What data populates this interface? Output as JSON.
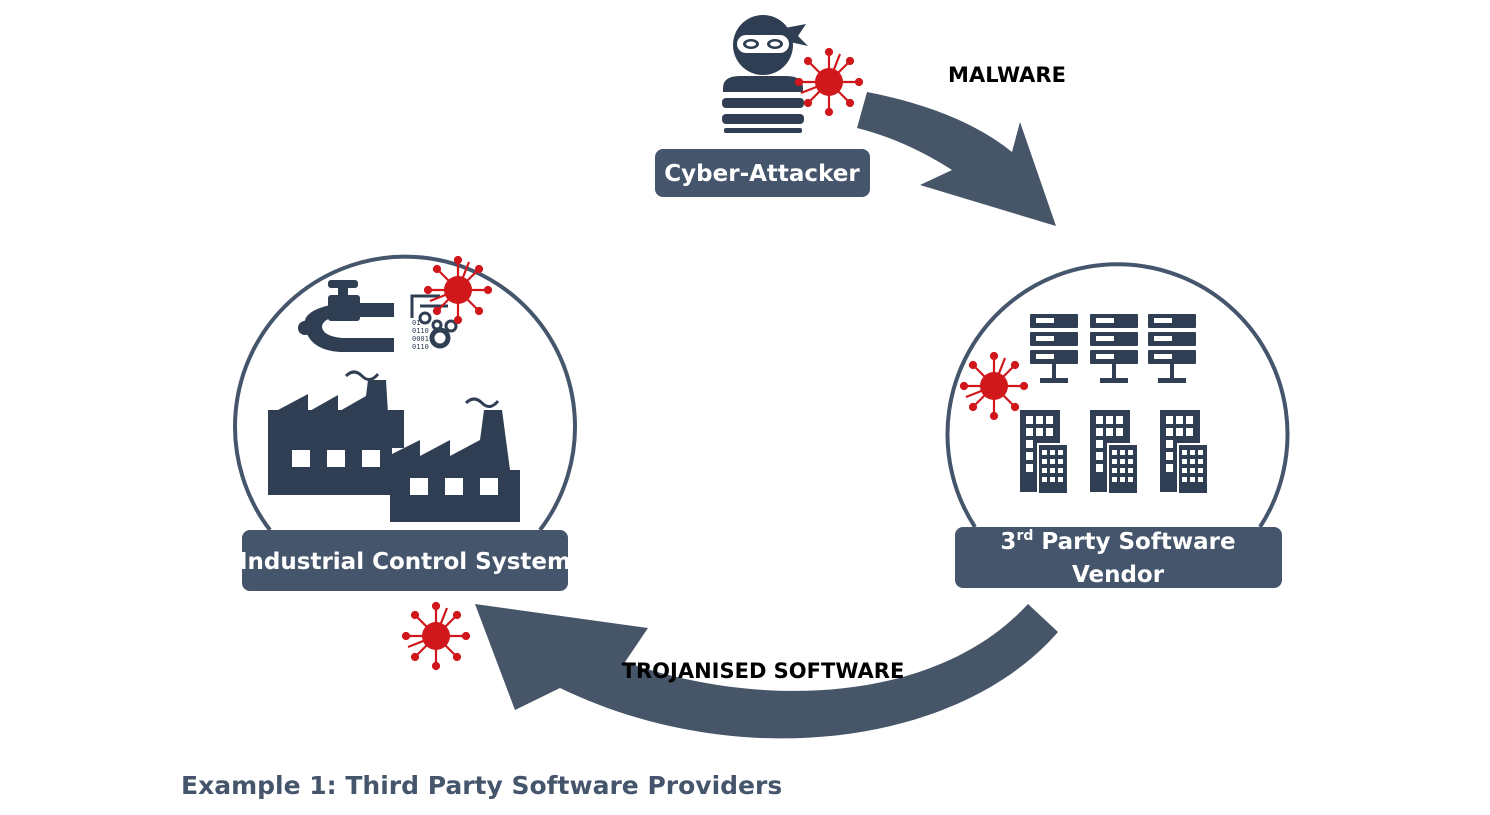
{
  "colors": {
    "icon": "#2f3e52",
    "label_box": "#45556b",
    "arrow": "#465568",
    "virus": "#d0171b",
    "circle": "#45556b"
  },
  "nodes": {
    "attacker": {
      "label": "Cyber-Attacker",
      "icon": "masked-thief-icon"
    },
    "vendor": {
      "label_line1_main": "3",
      "label_line1_sup": "rd",
      "label_line1_rest": " Party Software",
      "label_line2": "Vendor",
      "icon": "servers-buildings-icon"
    },
    "ics": {
      "label": "Industrial Control System",
      "icon": "factory-pipe-icon",
      "binary": [
        "01",
        "0110",
        "0001",
        "0110"
      ]
    }
  },
  "arrows": {
    "malware": "MALWARE",
    "trojan": "TROJANISED SOFTWARE"
  },
  "caption": "Example 1: Third Party Software Providers"
}
